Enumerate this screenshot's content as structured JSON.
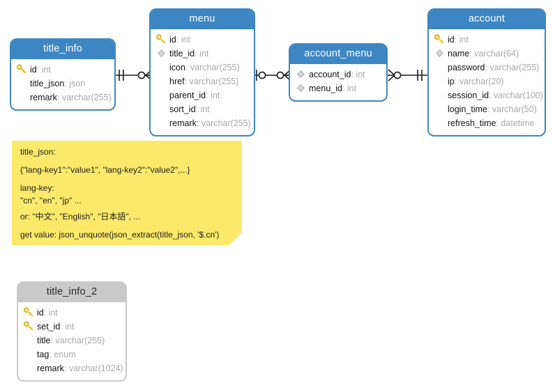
{
  "diagram": {
    "title": "database-er-diagram",
    "colors": {
      "header_blue": "#3d86c4",
      "header_gray": "#c9c9c9",
      "note_yellow": "#fce96a",
      "key_gold": "#f2c230",
      "fk_gray": "#cccccc",
      "type_gray": "#a8a8a8",
      "name_black": "#111111",
      "line_black": "#1a1a1a"
    }
  },
  "entities": [
    {
      "id": "title_info",
      "name": "title_info",
      "style": "blue",
      "fields": [
        {
          "icon": "primary-key-icon",
          "name": "id",
          "type": "int"
        },
        {
          "icon": "none",
          "name": "title_json",
          "type": "json"
        },
        {
          "icon": "none",
          "name": "remark",
          "type": "varchar(255)"
        }
      ]
    },
    {
      "id": "menu",
      "name": "menu",
      "style": "blue",
      "fields": [
        {
          "icon": "primary-key-icon",
          "name": "id",
          "type": "int"
        },
        {
          "icon": "foreign-key-icon",
          "name": "title_id",
          "type": "int"
        },
        {
          "icon": "none",
          "name": "icon",
          "type": "varchar(255)"
        },
        {
          "icon": "none",
          "name": "href",
          "type": "varchar(255)"
        },
        {
          "icon": "none",
          "name": "parent_id",
          "type": "int"
        },
        {
          "icon": "none",
          "name": "sort_id",
          "type": "int"
        },
        {
          "icon": "none",
          "name": "remark",
          "type": "varchar(255)"
        }
      ]
    },
    {
      "id": "account_menu",
      "name": "account_menu",
      "style": "blue",
      "fields": [
        {
          "icon": "foreign-key-icon",
          "name": "account_id",
          "type": "int"
        },
        {
          "icon": "foreign-key-icon",
          "name": "menu_id",
          "type": "int"
        }
      ]
    },
    {
      "id": "account",
      "name": "account",
      "style": "blue",
      "fields": [
        {
          "icon": "primary-key-icon",
          "name": "id",
          "type": "int"
        },
        {
          "icon": "foreign-key-icon",
          "name": "name",
          "type": "varchar(64)"
        },
        {
          "icon": "none",
          "name": "password",
          "type": "varchar(255)"
        },
        {
          "icon": "none",
          "name": "ip",
          "type": "varchar(20)"
        },
        {
          "icon": "none",
          "name": "session_id",
          "type": "varchar(100)"
        },
        {
          "icon": "none",
          "name": "login_time",
          "type": "varchar(50)"
        },
        {
          "icon": "none",
          "name": "refresh_time",
          "type": "datetime"
        }
      ]
    },
    {
      "id": "title_info_2",
      "name": "title_info_2",
      "style": "gray",
      "fields": [
        {
          "icon": "primary-key-icon",
          "name": "id",
          "type": "int"
        },
        {
          "icon": "primary-key-icon",
          "name": "set_id",
          "type": "int"
        },
        {
          "icon": "none",
          "name": "title",
          "type": "varchar(255)"
        },
        {
          "icon": "none",
          "name": "tag",
          "type": "enum"
        },
        {
          "icon": "none",
          "name": "remark",
          "type": "varchar(1024)"
        }
      ]
    }
  ],
  "relationships": [
    {
      "id": "rel-title_info-menu",
      "from": "title_info",
      "to": "menu",
      "from_cardinality": "one",
      "to_cardinality": "many"
    },
    {
      "id": "rel-menu-account_menu",
      "from": "menu",
      "to": "account_menu",
      "from_cardinality": "zero-one",
      "to_cardinality": "many"
    },
    {
      "id": "rel-account_menu-account",
      "from": "account_menu",
      "to": "account",
      "from_cardinality": "many-zero",
      "to_cardinality": "one"
    }
  ],
  "note": {
    "id": "note-title-json",
    "lines": [
      "title_json:",
      "{\"lang-key1\":\"value1\", \"lang-key2\":\"value2\",...}",
      "lang-key:",
      "\"cn\", \"en\", \"jp\" ...",
      "or: \"中文\", \"English\", \"日本語\", ...",
      "get value: json_unquote(json_extract(title_json, '$.cn')"
    ]
  }
}
